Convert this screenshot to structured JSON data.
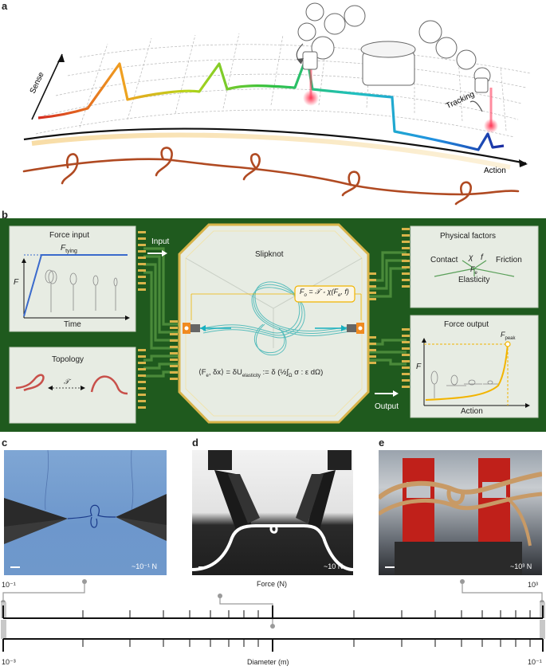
{
  "panel_a": {
    "letter": "a",
    "axis_sense": "Sense",
    "axis_action": "Action",
    "tracking": "Tracking"
  },
  "panel_b": {
    "letter": "b",
    "force_input_title": "Force input",
    "force_input_f_main": "F",
    "force_input_f_sub": "tying",
    "force_input_y": "F",
    "force_input_x": "Time",
    "topology_title": "Topology",
    "topology_symbol": "𝒯",
    "input_label": "Input",
    "output_label": "Output",
    "slipknot_title": "Slipknot",
    "formula_top": "F",
    "formula_top_sub": "o",
    "formula_top_rest": " = 𝒯 ∘ χ(F",
    "formula_top_sub2": "e",
    "formula_top_end": ", f)",
    "energy_equation_left": "⟨F",
    "energy_equation_sub_e": "e",
    "energy_equation_mid": ", δx⟩ = δU",
    "energy_equation_sub_elasticity": "elasticity",
    "energy_equation_right": " := δ (½∫",
    "energy_equation_omega": "Ω",
    "energy_equation_end": " σ : ε dΩ)",
    "physical_title": "Physical factors",
    "contact": "Contact",
    "chi": "χ",
    "f": "f",
    "friction": "Friction",
    "fe_main": "F",
    "fe_sub": "e",
    "elasticity": "Elasticity",
    "force_output_title": "Force output",
    "fpeak_main": "F",
    "fpeak_sub": "peak",
    "output_y": "F",
    "output_x": "Action"
  },
  "panel_c": {
    "letter": "c",
    "force": "~10⁻¹ N"
  },
  "panel_d": {
    "letter": "d",
    "force": "~10 N"
  },
  "panel_e": {
    "letter": "e",
    "force": "~10³ N"
  },
  "scale": {
    "top_left": "10⁻¹",
    "top_mid": "Force (N)",
    "top_right": "10³",
    "bottom_left": "10⁻³",
    "bottom_mid": "Diameter (m)",
    "bottom_right": "10⁻¹"
  },
  "colors": {
    "board_green": "#1f5a1e",
    "panel_fill": "#e7ece3",
    "gold": "#d8b44a",
    "rope": "#b04a22",
    "output_curve": "#f2b400"
  }
}
